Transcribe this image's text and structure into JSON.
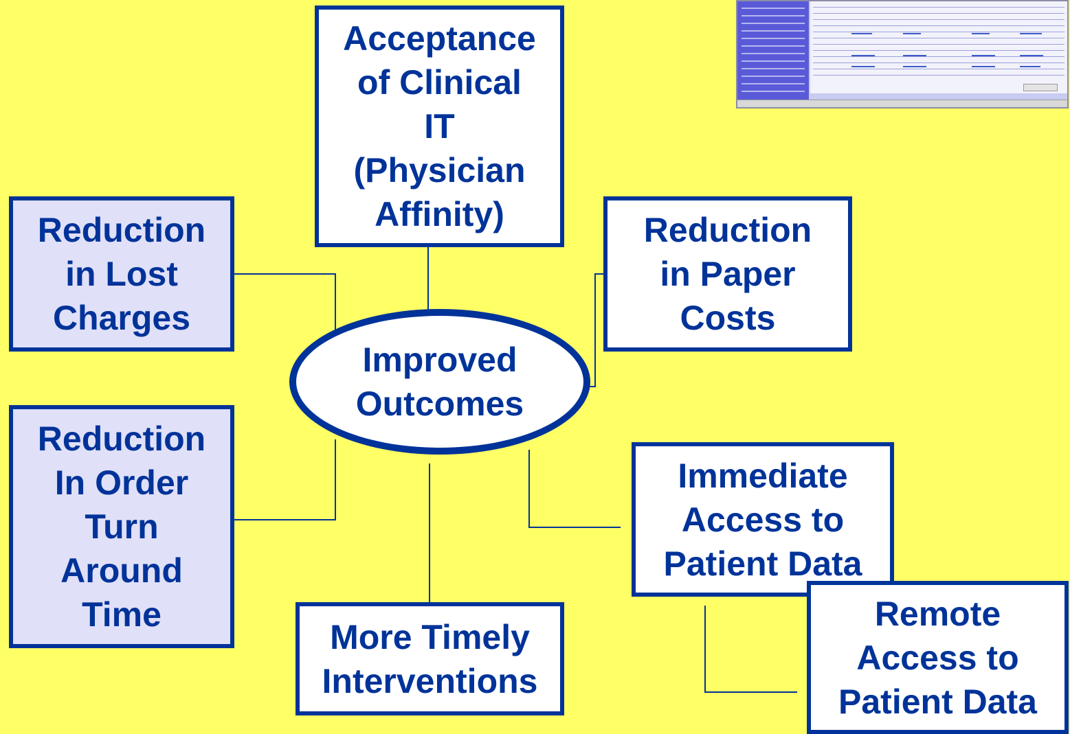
{
  "center": {
    "label": "Improved\nOutcomes"
  },
  "nodes": {
    "acceptance": "Acceptance\nof Clinical\nIT\n(Physician\nAffinity)",
    "lost_charges": "Reduction\nin Lost\nCharges",
    "paper_costs": "Reduction\nin Paper\nCosts",
    "order_turnaround": "Reduction\nIn Order\nTurn\nAround\nTime",
    "timely_interventions": "More Timely\nInterventions",
    "immediate_access": "Immediate\nAccess to\nPatient Data",
    "remote_access": "Remote\nAccess to\nPatient Data"
  },
  "colors": {
    "background": "#ffff66",
    "border": "#003399",
    "text": "#003399",
    "box_white": "#ffffff",
    "box_lavender": "#e0e0f8"
  }
}
